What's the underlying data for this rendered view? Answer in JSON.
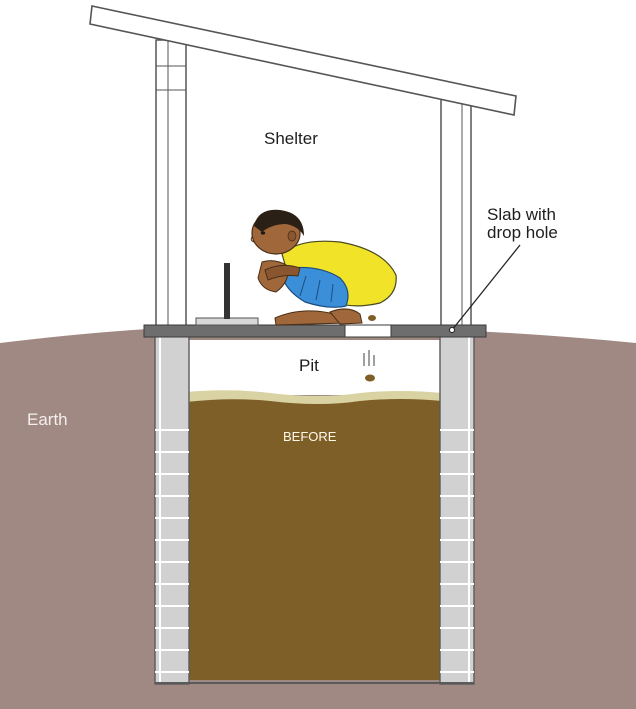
{
  "labels": {
    "shelter": "Shelter",
    "slab_line1": "Slab with",
    "slab_line2": "drop hole",
    "pit": "Pit",
    "earth": "Earth",
    "before": "BEFORE"
  },
  "colors": {
    "earth": "#a08982",
    "sludge": "#7e5f27",
    "sludge_top": "#d9d2a2",
    "slab": "#6e6e6e",
    "lining": "#cfcfcf",
    "shirt": "#f1e428",
    "shorts": "#3a8fd8",
    "skin": "#a0673a"
  }
}
